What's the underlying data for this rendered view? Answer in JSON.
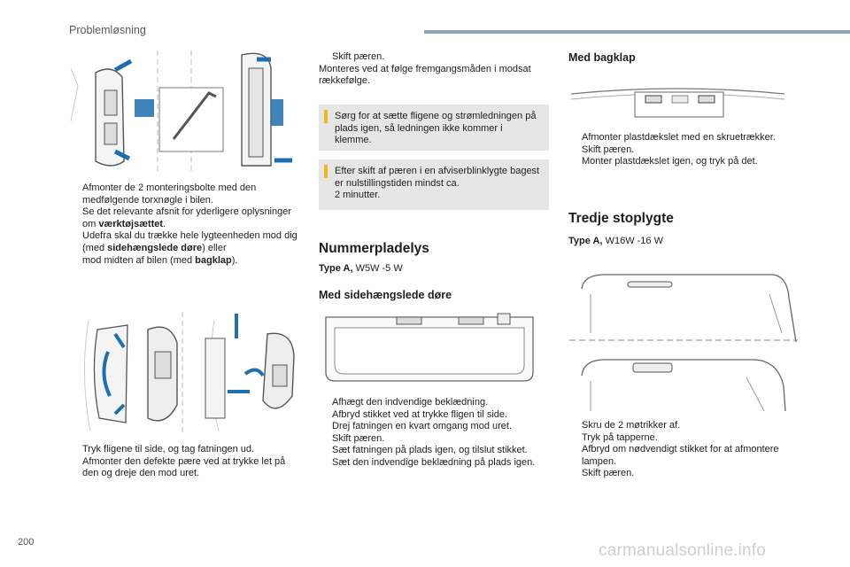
{
  "header": {
    "section": "Problemløsning",
    "accent_color": "#8fa5b8"
  },
  "col1": {
    "steps_a": [
      {
        "text": "Afmonter de 2 monteringsbolte med den medfølgende torxnøgle i bilen."
      },
      {
        "text": "Se det relevante afsnit for yderligere oplysninger om ",
        "bold": "værktøjsættet",
        "after": "."
      },
      {
        "text": "Udefra skal du trække hele lygteenheden mod dig (med ",
        "bold": "sidehængslede døre",
        "after": ") eller"
      },
      {
        "text": "mod midten af bilen (med ",
        "bold": "bagklap",
        "after": ")."
      }
    ],
    "steps_b": [
      "Tryk fligene til side, og tag fatningen ud.",
      "Afmonter den defekte pære ved at trykke let på den og dreje den mod uret."
    ]
  },
  "col2": {
    "step_top": "Skift pæren.",
    "refit": "Monteres ved at følge fremgangsmåden i modsat rækkefølge.",
    "note1": "Sørg for at sætte fligene og strømledningen på plads igen, så ledningen ikke kommer i klemme.",
    "note2_line1": "Efter skift af pæren i en afviserblinklygte bagest er nulstillingstiden mindst ca.",
    "note2_line2": "2 minutter.",
    "heading": "Nummerpladelys",
    "type_label": "Type A,",
    "type_value": " W5W -5 W",
    "subheading": "Med sidehængslede døre",
    "steps": [
      "Afhægt den indvendige beklædning.",
      "Afbryd stikket ved at trykke fligen til side.",
      "Drej fatningen en kvart omgang mod uret.",
      "Skift pæren.",
      "Sæt fatningen på plads igen, og tilslut stikket.",
      "Sæt den indvendige beklædning på plads igen."
    ]
  },
  "col3": {
    "subheading": "Med bagklap",
    "steps_a": [
      "Afmonter plastdækslet med en skruetrækker.",
      "Skift pæren.",
      "Monter plastdækslet igen, og tryk på det."
    ],
    "heading": "Tredje stoplygte",
    "type_label": "Type A,",
    "type_value": " W16W -16 W",
    "steps_b": [
      "Skru de 2 møtrikker af.",
      "Tryk på tapperne.",
      "Afbryd om nødvendigt stikket for at afmontere lampen.",
      "Skift pæren."
    ]
  },
  "marker_glyph": "",
  "note_bar_color": "#f2b51c",
  "note_bg_color": "#e6e6e6",
  "arrow_color": "#1e6fb0",
  "footer": {
    "page_number": "200",
    "watermark": "carmanualsonline.info"
  }
}
